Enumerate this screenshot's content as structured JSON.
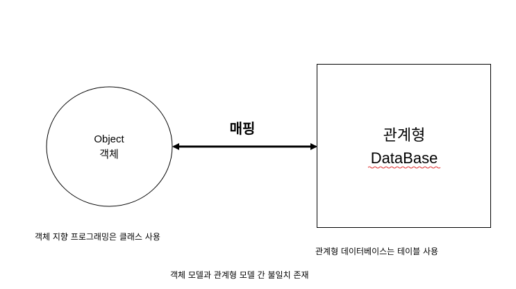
{
  "object_node": {
    "line1": "Object",
    "line2": "객체"
  },
  "mapping_label": "매핑",
  "db_node": {
    "line1": "관계형",
    "line2": "DataBase"
  },
  "captions": {
    "object": "객체 지향 프로그래밍은 클래스 사용",
    "database": "관계형 데이터베이스는 테이블 사용",
    "bottom": "객체 모델과 관계형 모델 간 불일치 존재"
  },
  "colors": {
    "stroke": "#000000",
    "spellcheck_underline": "#e03030"
  }
}
